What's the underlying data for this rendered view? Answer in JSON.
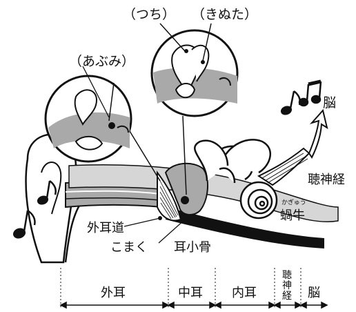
{
  "labels": {
    "tsuchi": "（つち）",
    "kinuta": "（きぬた）",
    "abumi": "（あぶみ）",
    "nou": "脳",
    "choushinkei": "聴神経",
    "kagyu_reading": "かぎゅう",
    "kagyu": "蝸牛",
    "gaijidou": "外耳道",
    "komaku": "こまく",
    "jishoukotsu": "耳小骨"
  },
  "sections": [
    {
      "label": "外耳"
    },
    {
      "label": "中耳"
    },
    {
      "label": "内耳"
    },
    {
      "label": "聴\n神\n経"
    },
    {
      "label": "脳"
    }
  ],
  "colors": {
    "line": "#111111",
    "fill_gray": "#a9a9a9",
    "fill_light": "#d6d6d6",
    "background": "#ffffff"
  },
  "icons": [
    "music-note-icon",
    "arrow-up-icon"
  ]
}
